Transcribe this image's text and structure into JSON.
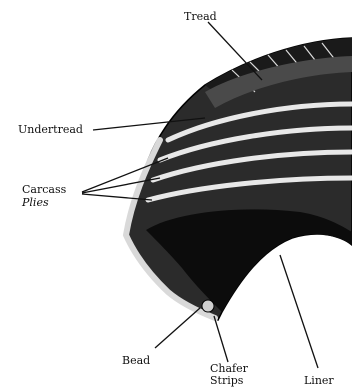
{
  "labels": {
    "tread": "Tread",
    "undertread": "Undertread",
    "carcass_line1": "Carcass",
    "carcass_line2": "Plies",
    "bead": "Bead",
    "chafer_line1": "Chafer",
    "chafer_line2": "Strips",
    "liner": "Liner"
  }
}
